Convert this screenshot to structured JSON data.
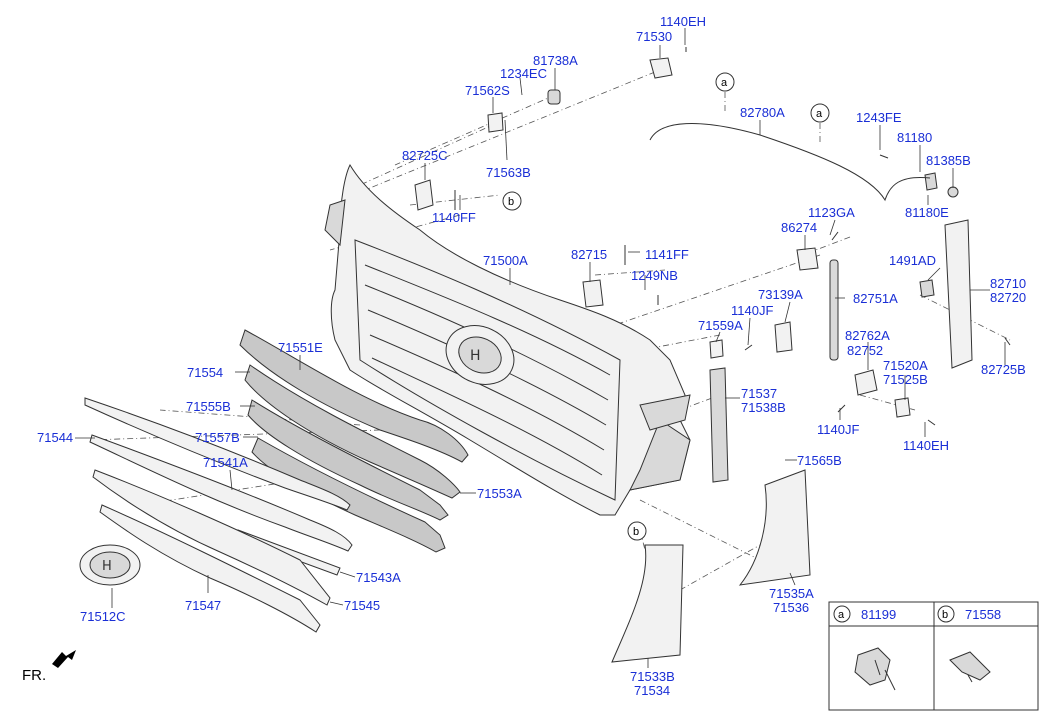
{
  "labels": {
    "l1140EH_top": "1140EH",
    "l71530": "71530",
    "l81738A": "81738A",
    "l1234EC": "1234EC",
    "l71562S": "71562S",
    "l71563B": "71563B",
    "l82725C": "82725C",
    "l1140FF": "1140FF",
    "l82780A": "82780A",
    "l1243FE": "1243FE",
    "l81180": "81180",
    "l81385B": "81385B",
    "l81180E": "81180E",
    "l1123GA": "1123GA",
    "l86274": "86274",
    "l82715": "82715",
    "l1141FF": "1141FF",
    "l1249NB": "1249NB",
    "l71500A": "71500A",
    "l1491AD": "1491AD",
    "l82710": "82710",
    "l82720": "82720",
    "l73139A": "73139A",
    "l82751A": "82751A",
    "l1140JF_top": "1140JF",
    "l71559A": "71559A",
    "l82762A": "82762A",
    "l82752": "82752",
    "l82725B": "82725B",
    "l71551E": "71551E",
    "l71554": "71554",
    "l71520A": "71520A",
    "l71525B": "71525B",
    "l71537": "71537",
    "l71538B": "71538B",
    "l71555B": "71555B",
    "l1140JF_bot": "1140JF",
    "l1140EH_bot": "1140EH",
    "l71544": "71544",
    "l71557B": "71557B",
    "l71541A": "71541A",
    "l71565B": "71565B",
    "l71553A": "71553A",
    "l71543A": "71543A",
    "l71535A": "71535A",
    "l71536": "71536",
    "l71547": "71547",
    "l71545": "71545",
    "l71512C": "71512C",
    "l71533B": "71533B",
    "l71534": "71534",
    "fr": "FR."
  },
  "callouts": {
    "a": "a",
    "b": "b"
  },
  "legend": {
    "a_letter": "a",
    "a_part": "81199",
    "b_letter": "b",
    "b_part": "71558"
  }
}
